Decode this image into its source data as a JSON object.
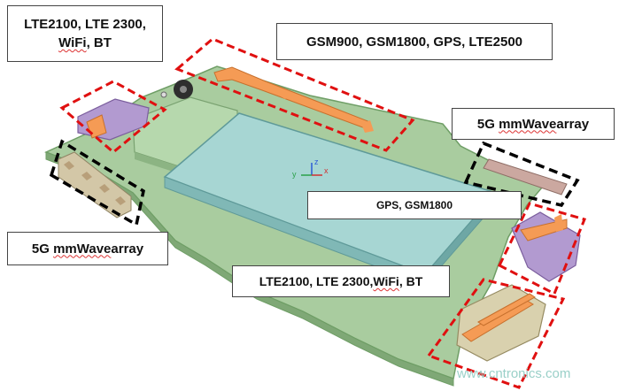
{
  "labels": {
    "top_left_line1": "LTE2100, LTE 2300,",
    "top_left_line2_a": "WiFi",
    "top_left_line2_b": ", BT",
    "top": "GSM900, GSM1800, GPS, LTE2500",
    "right_a": "5G ",
    "right_b": "mmWave",
    "right_c": " array",
    "left_a": "5G ",
    "left_b": "mmWave",
    "left_c": " array",
    "center": "GPS, GSM1800",
    "bottom_a": "LTE2100, LTE 2300, ",
    "bottom_b": "WiFi",
    "bottom_c": ", BT"
  },
  "axes": {
    "x": "x",
    "y": "y",
    "z": "z"
  },
  "watermark": "www.cntronics.com",
  "colors": {
    "board": "#a9cc9f",
    "board_edge": "#6f9e66",
    "battery": "#a7d6d3",
    "battery_edge": "#5f9a99",
    "antenna": "#f59b55",
    "module_purple": "#b29ad0",
    "module_tan": "#d9d1ae",
    "module_pink": "#cba8a0",
    "red_box": "#e01010",
    "black_box": "#000000"
  }
}
